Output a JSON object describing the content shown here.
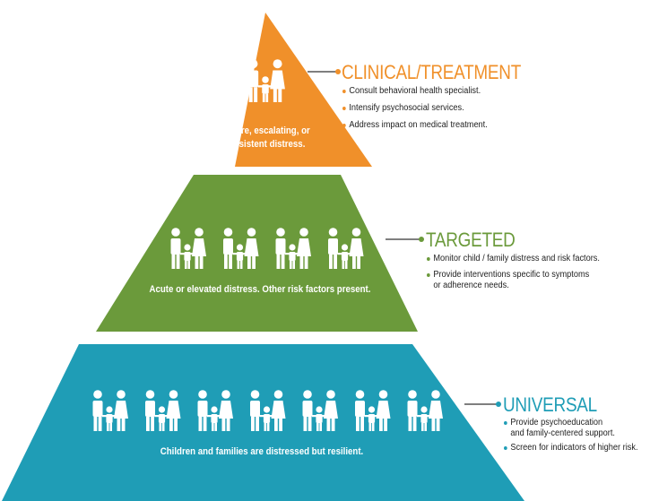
{
  "tiers": [
    {
      "id": "clinical",
      "heading": "CLINICAL/TREATMENT",
      "color": "#f0902a",
      "description": "Severe, escalating, or\npersistent distress.",
      "bullets": [
        "Consult behavioral health specialist.",
        "Intensify psychosocial services.",
        "Address impact on medical treatment."
      ],
      "family_icons": 1
    },
    {
      "id": "targeted",
      "heading": "TARGETED",
      "color": "#6b9a3b",
      "description": "Acute or elevated distress.  Other risk factors present.",
      "bullets": [
        "Monitor child / family distress and risk factors.",
        "Provide interventions specific to  symptoms\nor adherence needs."
      ],
      "family_icons": 4
    },
    {
      "id": "universal",
      "heading": "UNIVERSAL",
      "color": "#1f9db6",
      "description": "Children and families are distressed but resilient.",
      "bullets": [
        "Provide psychoeducation\nand family-centered support.",
        "Screen for indicators of higher risk."
      ],
      "family_icons": 7
    }
  ],
  "icon_name": "family-icon"
}
